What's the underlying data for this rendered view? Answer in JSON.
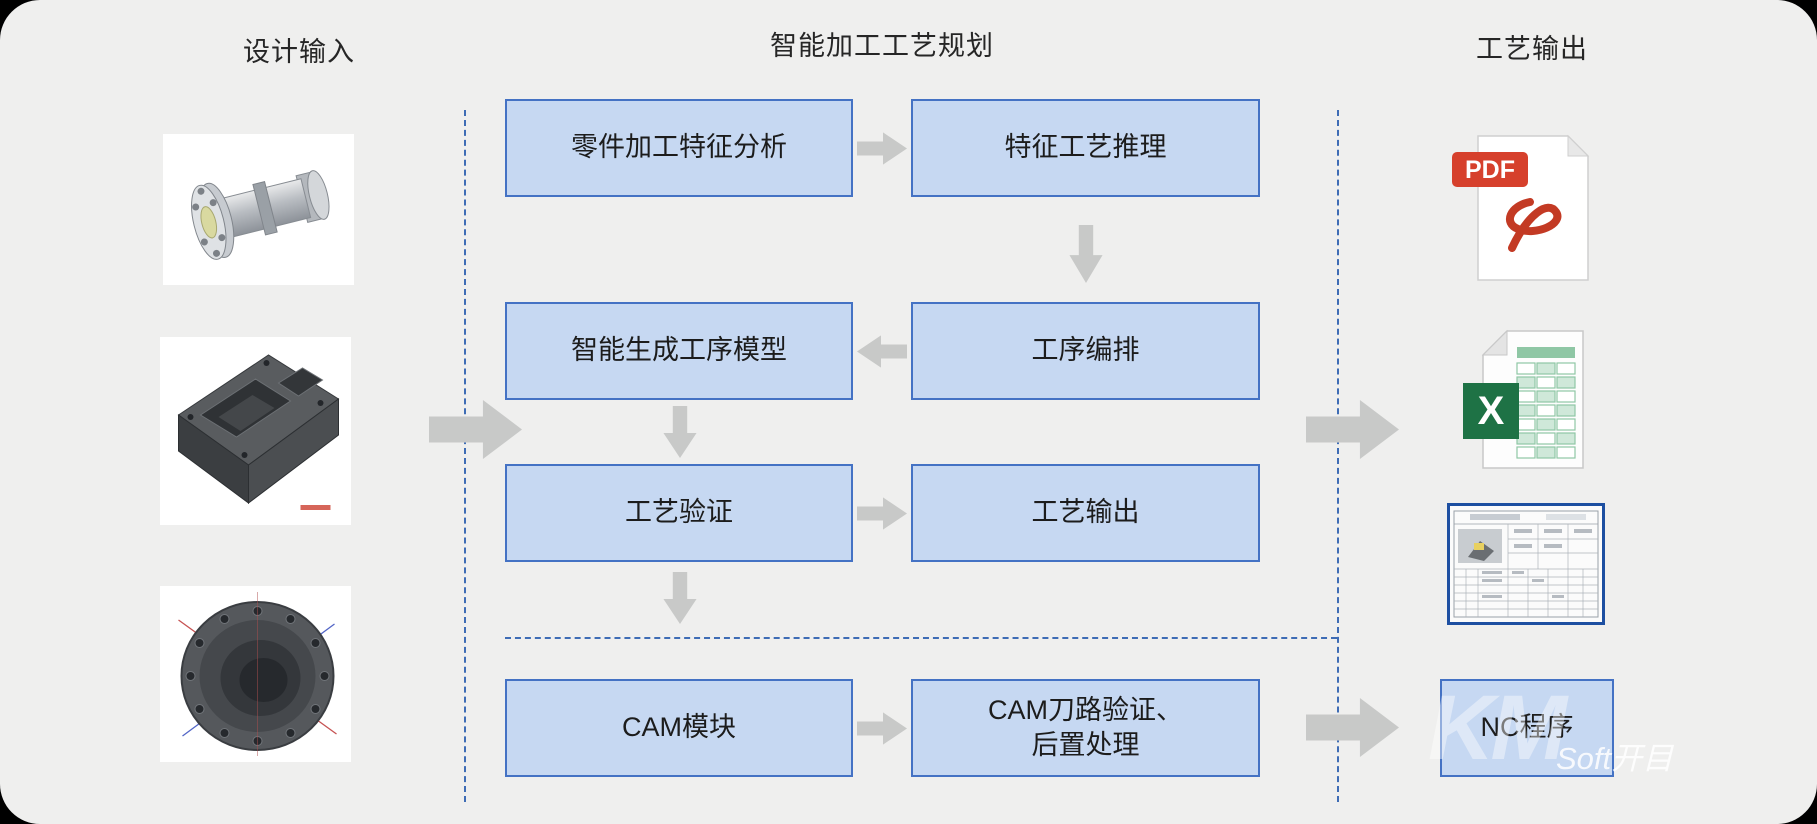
{
  "headers": {
    "design_input": "设计输入",
    "process_planning": "智能加工工艺规划",
    "process_output": "工艺输出"
  },
  "flow": {
    "feature_analysis": "零件加工特征分析",
    "feature_reasoning": "特征工艺推理",
    "operation_model": "智能生成工序模型",
    "operation_sequencing": "工序编排",
    "process_verification": "工艺验证",
    "process_output": "工艺输出",
    "cam_module": "CAM模块",
    "cam_post_line1": "CAM刀路验证、",
    "cam_post_line2": "后置处理"
  },
  "design_inputs": [
    {
      "name": "shaft-part-model-image"
    },
    {
      "name": "plate-part-model-image"
    },
    {
      "name": "casing-part-model-image"
    }
  ],
  "outputs": {
    "pdf_label": "PDF",
    "excel_label": "X",
    "nc_program": "NC程序"
  },
  "watermark": {
    "logo": "KM",
    "text": "Soft开目"
  },
  "icons": {
    "left_arrow": "left-block-arrow",
    "right_arrow": "right-block-arrow",
    "down_arrow": "down-block-arrow",
    "big_arrow": "big-right-block-arrow",
    "pdf": "pdf-document-icon",
    "excel": "excel-spreadsheet-icon",
    "process_card": "process-card-table-image"
  },
  "colors": {
    "background": "#efefee",
    "box_fill": "#c6d8f2",
    "box_border": "#4472c4",
    "dashed_line": "#3e6cb5",
    "arrow_gray": "#c8c9c8",
    "pdf_red": "#d6402c",
    "excel_green": "#1e7245",
    "card_border": "#1d4fa1"
  }
}
